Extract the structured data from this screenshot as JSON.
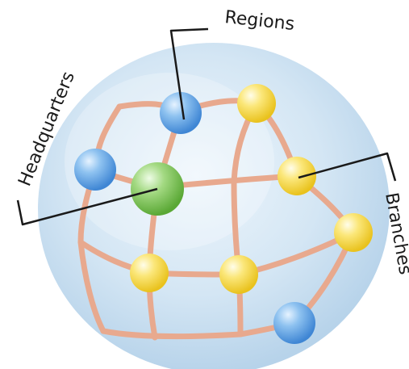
{
  "labels": {
    "regions": "Regions",
    "headquarters": "Headquarters",
    "branches": "Branches"
  },
  "colors": {
    "grid_line": "#e8a98e",
    "regions_node": "#5aa2e6",
    "headquarters_node": "#77c04d",
    "branches_node": "#f5d43f",
    "globe": "#cfe3f3",
    "callout_line": "#1a1a1a"
  }
}
